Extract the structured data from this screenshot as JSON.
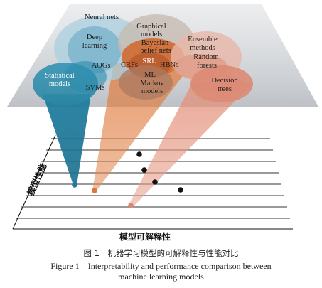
{
  "diagram": {
    "top_labels": {
      "neural_nets": "Neural nets",
      "deep_learning_1": "Deep",
      "deep_learning_2": "learning",
      "graphical_models_1": "Graphical",
      "graphical_models_2": "models",
      "bayesian_belief_nets_1": "Bayesian",
      "bayesian_belief_nets_2": "belief nets",
      "srl": "SRL",
      "crfs": "CRFs",
      "hbns": "HBNs",
      "aogs": "AOGs",
      "statistical_models_1": "Statistical",
      "statistical_models_2": "models",
      "svms": "SVMs",
      "ensemble_methods_1": "Ensemble",
      "ensemble_methods_2": "methods",
      "random_forests_1": "Random",
      "random_forests_2": "forests",
      "ml": "ML",
      "markov_models_1": "Markov",
      "markov_models_2": "models",
      "decision_trees_1": "Decision",
      "decision_trees_2": "trees"
    },
    "y_axis_label": "模型性能",
    "x_axis_label": "模型可解释性",
    "colors": {
      "teal": "#2f8fae",
      "orange": "#d0602a",
      "salmon": "#d9866f",
      "dot": "#111111",
      "plane": "#b9bec4"
    }
  },
  "caption": {
    "chinese": "图 1　机器学习模型的可解释性与性能对比",
    "english_line1": "Figure 1　Interpretability and performance comparison between",
    "english_line2": "machine learning models"
  }
}
